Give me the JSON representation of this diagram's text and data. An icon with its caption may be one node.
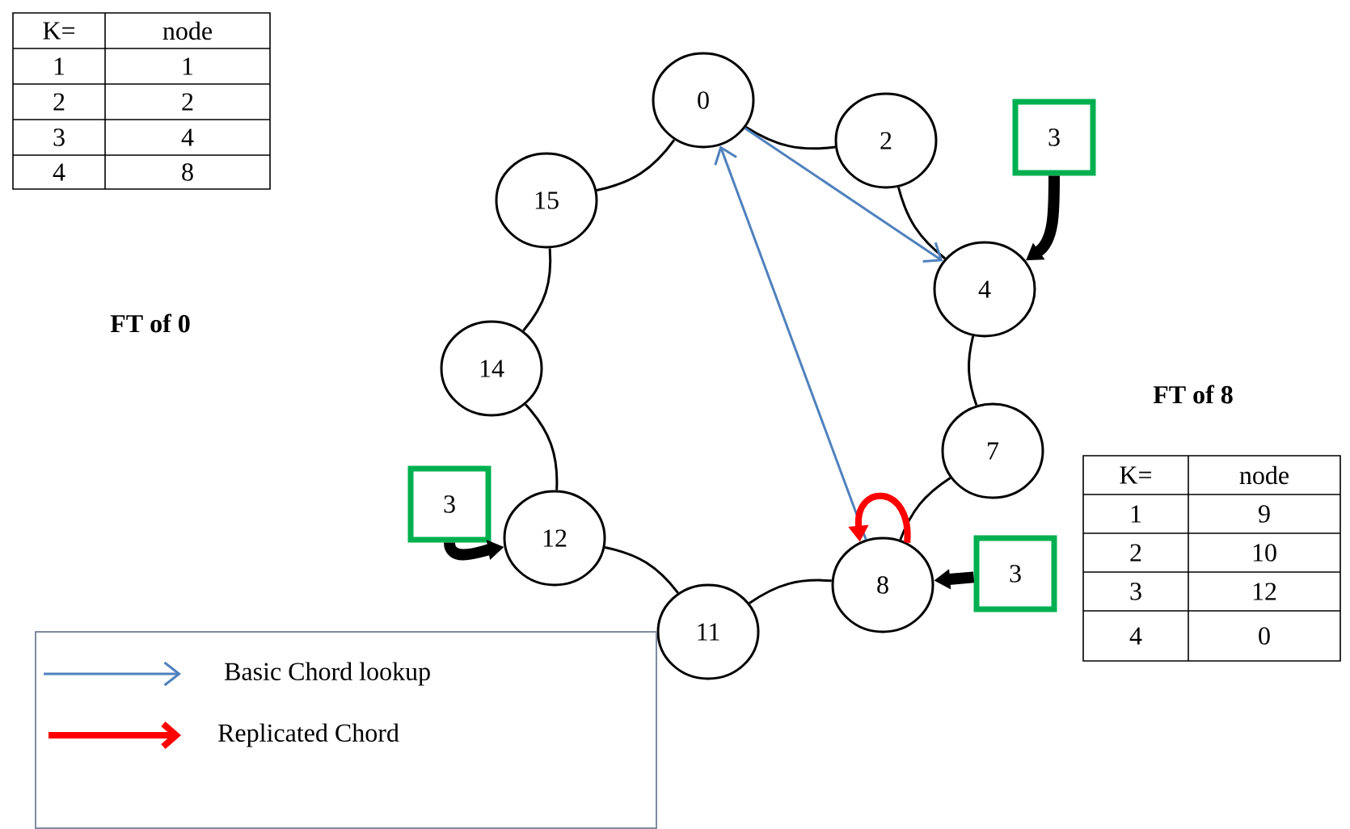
{
  "diagram": {
    "nodes": [
      {
        "text": [
          "0"
        ]
      },
      {
        "text": [
          "2"
        ]
      },
      {
        "text": [
          "4"
        ]
      },
      {
        "text": [
          "7"
        ]
      },
      {
        "text": [
          "8"
        ]
      },
      {
        "text": [
          "11"
        ]
      },
      {
        "text": [
          "12"
        ]
      },
      {
        "text": [
          "14"
        ]
      },
      {
        "text": [
          "15"
        ]
      },
      {
        "text": [
          "3"
        ]
      },
      {
        "text": [
          "3"
        ]
      },
      {
        "text": [
          "3"
        ]
      }
    ],
    "edges": [
      {
        "from": 0,
        "to": 1,
        "arrow": "none"
      },
      {
        "from": 1,
        "to": 2,
        "arrow": "none"
      },
      {
        "from": 2,
        "to": 3,
        "arrow": "none"
      },
      {
        "from": 3,
        "to": 4,
        "arrow": "none"
      },
      {
        "from": 4,
        "to": 5,
        "arrow": "none"
      },
      {
        "from": 5,
        "to": 6,
        "arrow": "none"
      },
      {
        "from": 6,
        "to": 7,
        "arrow": "none"
      },
      {
        "from": 7,
        "to": 8,
        "arrow": "none"
      },
      {
        "from": 8,
        "to": 0,
        "arrow": "none"
      },
      {
        "from": 0,
        "to": 2,
        "arrow": "to",
        "color": "#4f81bd"
      },
      {
        "from": 4,
        "to": 0,
        "arrow": "to",
        "color": "#4f81bd"
      },
      {
        "from": 4,
        "to": 4,
        "arrow": "to",
        "style": "thick",
        "color": "#ff0000"
      },
      {
        "from": 9,
        "to": 2,
        "arrow": "to",
        "style": "thick"
      },
      {
        "from": 10,
        "to": 6,
        "arrow": "to",
        "style": "thick"
      },
      {
        "from": 11,
        "to": 4,
        "arrow": "to",
        "style": "thick"
      }
    ],
    "labels": [
      "K=",
      "node",
      "1",
      "1",
      "2",
      "2",
      "3",
      "4",
      "4",
      "8",
      "FT of 0",
      "FT of 8",
      "K=",
      "node",
      "1",
      "9",
      "2",
      "10",
      "3",
      "12",
      "4",
      "0"
    ],
    "legend": [
      {
        "text": "Basic Chord lookup"
      },
      {
        "text": "Replicated Chord"
      }
    ]
  }
}
